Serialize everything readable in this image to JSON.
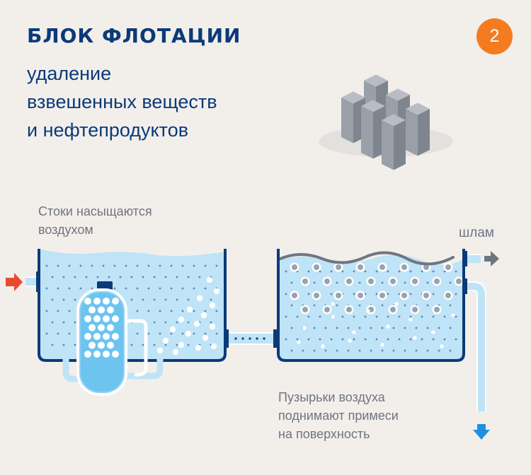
{
  "header": {
    "title": "БЛОК ФЛОТАЦИИ",
    "subtitle_lines": [
      "удаление",
      "взвешенных веществ",
      "и нефтепродуктов"
    ],
    "step_number": "2"
  },
  "notes": {
    "left_lines": [
      "Стоки насыщаются",
      "воздухом"
    ],
    "bottom_lines": [
      "Пузырьки воздуха",
      "поднимают примеси",
      "на поверхность"
    ]
  },
  "labels": {
    "sludge": "шлам"
  },
  "icons": {
    "inlet": "inlet-arrow-icon",
    "sludge_out": "sludge-arrow-icon",
    "water_out": "outlet-arrow-icon",
    "buildings": "buildings-icon"
  },
  "colors": {
    "title": "#0b3a78",
    "text": "#6f7580",
    "badge": "#f47b20",
    "water": "#bfe3f7",
    "tank_wall": "#0b3a78",
    "inlet_arrow": "#e84a2e",
    "outlet_arrow": "#1f8fe0",
    "sludge_arrow": "#6f7580"
  }
}
